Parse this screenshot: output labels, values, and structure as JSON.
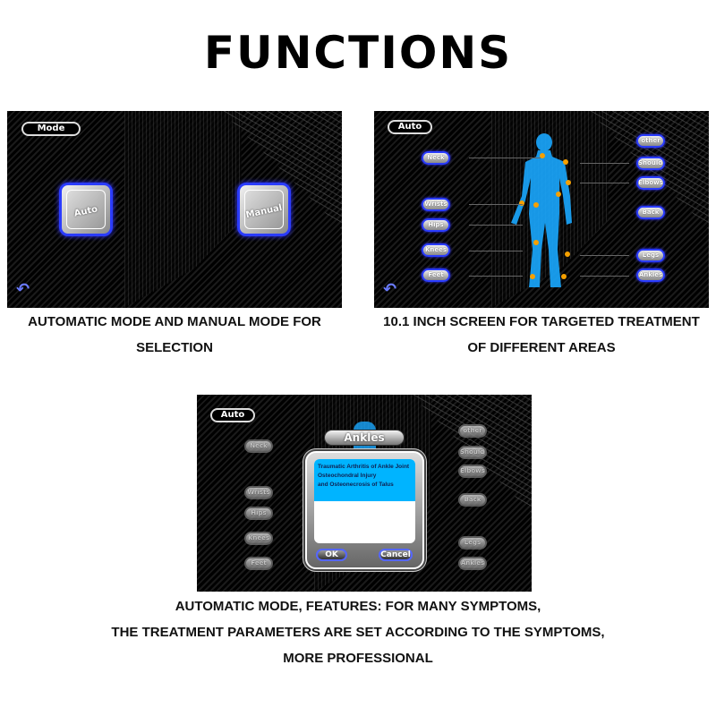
{
  "title": "FUNCTIONS",
  "panel1": {
    "mode_label": "Mode",
    "auto_label": "Auto",
    "manual_label": "Manual",
    "caption_lines": [
      "AUTOMATIC MODE AND MANUAL MODE FOR",
      "SELECTION"
    ]
  },
  "panel2": {
    "auto_label": "Auto",
    "left_buttons": [
      "Neck",
      "Wrists",
      "Hips",
      "Knees",
      "Feet"
    ],
    "right_buttons": [
      "other",
      "Shoulders",
      "Elbows",
      "Back",
      "Legs",
      "Ankles"
    ],
    "caption_lines": [
      "10.1 INCH SCREEN FOR TARGETED TREATMENT",
      "OF DIFFERENT AREAS"
    ]
  },
  "panel3": {
    "auto_label": "Auto",
    "dialog_title": "Ankles",
    "dialog_items": [
      "Traumatic Arthritis of Ankle Joint",
      "Osteochondral Injury",
      "and Osteonecrosis of Talus"
    ],
    "ok_label": "OK",
    "cancel_label": "Cancel",
    "caption_lines": [
      "AUTOMATIC MODE, FEATURES: FOR MANY SYMPTOMS,",
      "THE TREATMENT PARAMETERS ARE SET ACCORDING TO THE SYMPTOMS,",
      "MORE PROFESSIONAL"
    ]
  },
  "icons": {
    "back": "undo-arrow-icon"
  },
  "colors": {
    "accent": "#2b3cff",
    "figure": "#1aa8ff",
    "highlight": "#00b4ff",
    "joint": "#f5a000"
  }
}
